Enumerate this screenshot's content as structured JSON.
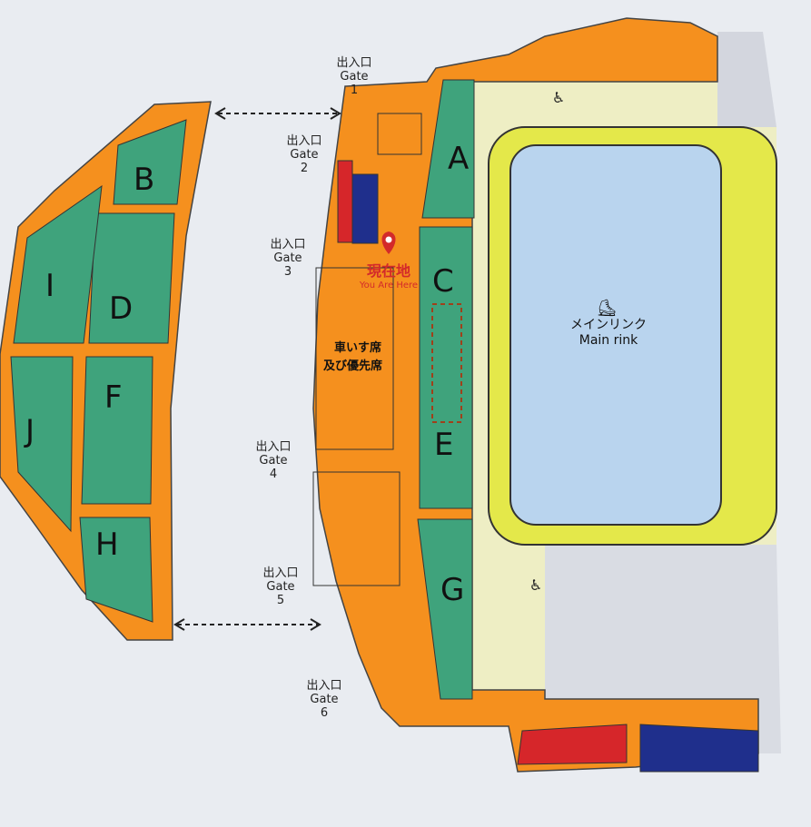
{
  "gates": [
    {
      "jp": "出入口",
      "en": "Gate",
      "num": "1"
    },
    {
      "jp": "出入口",
      "en": "Gate",
      "num": "2"
    },
    {
      "jp": "出入口",
      "en": "Gate",
      "num": "3"
    },
    {
      "jp": "出入口",
      "en": "Gate",
      "num": "4"
    },
    {
      "jp": "出入口",
      "en": "Gate",
      "num": "5"
    },
    {
      "jp": "出入口",
      "en": "Gate",
      "num": "6"
    }
  ],
  "sections": [
    "A",
    "B",
    "C",
    "D",
    "E",
    "F",
    "G",
    "H",
    "I",
    "J"
  ],
  "you_are_here": {
    "jp": "現在地",
    "en": "You Are Here"
  },
  "wheelchair_seats": {
    "line1": "車いす席",
    "line2": "及び優先席"
  },
  "main_rink": {
    "jp": "メインリンク",
    "en": "Main rink"
  },
  "colors": {
    "concourse": "#f5901e",
    "seats": "#3fa37c",
    "ice": "#b9d4ee",
    "track": "#e4e84a",
    "floor": "#eeeec4",
    "men": "#1f2f8c",
    "women": "#d6262a",
    "marker": "#d32a2a"
  }
}
